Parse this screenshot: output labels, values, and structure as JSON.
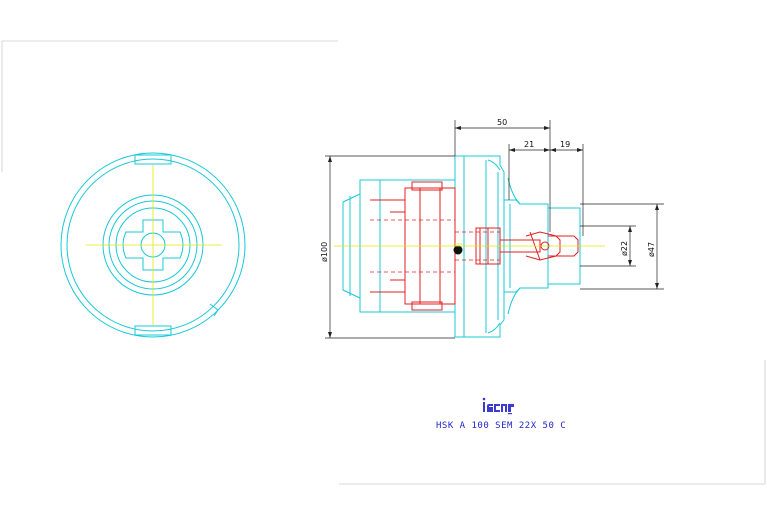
{
  "colors": {
    "cyan": "#18c8d8",
    "red": "#e02020",
    "yellow": "#e6e600",
    "dim": "#222222",
    "logo": "#3b3bd0",
    "title": "#2424c8",
    "frame": "#9aa0a6"
  },
  "dimensions": {
    "length_overall": "50",
    "length_a": "21",
    "length_b": "19",
    "diameter_flange": "ø100",
    "diameter_bore": "ø22",
    "diameter_body": "ø47"
  },
  "logo": {
    "icon": "iscar-logo-icon"
  },
  "title_block": {
    "designation": "HSK A 100 SEM 22X 50 C"
  }
}
